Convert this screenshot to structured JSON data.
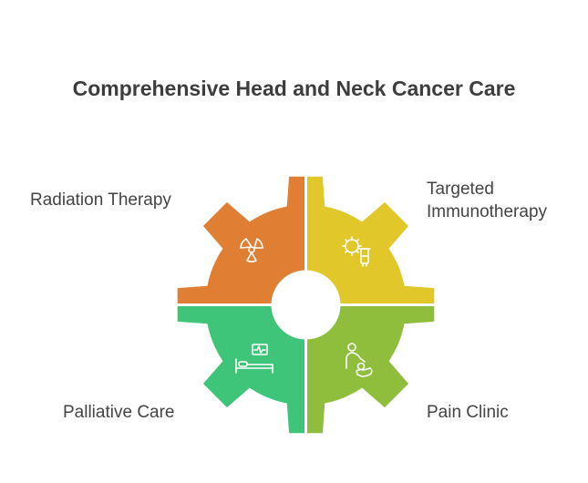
{
  "title": "Comprehensive Head and Neck Cancer Care",
  "segments": [
    {
      "id": "radiation",
      "label_lines": [
        "Radiation Therapy"
      ],
      "color": "#E07F34",
      "icon": "radiation-icon"
    },
    {
      "id": "targeted",
      "label_lines": [
        "Targeted",
        "Immunotherapy"
      ],
      "color": "#E1C72A",
      "icon": "virus-vial-icon"
    },
    {
      "id": "palliative",
      "label_lines": [
        "Palliative Care"
      ],
      "color": "#3FC57A",
      "icon": "hospital-bed-monitor-icon"
    },
    {
      "id": "pain",
      "label_lines": [
        "Pain Clinic"
      ],
      "color": "#8FBE3D",
      "icon": "caregiver-patient-icon"
    }
  ]
}
